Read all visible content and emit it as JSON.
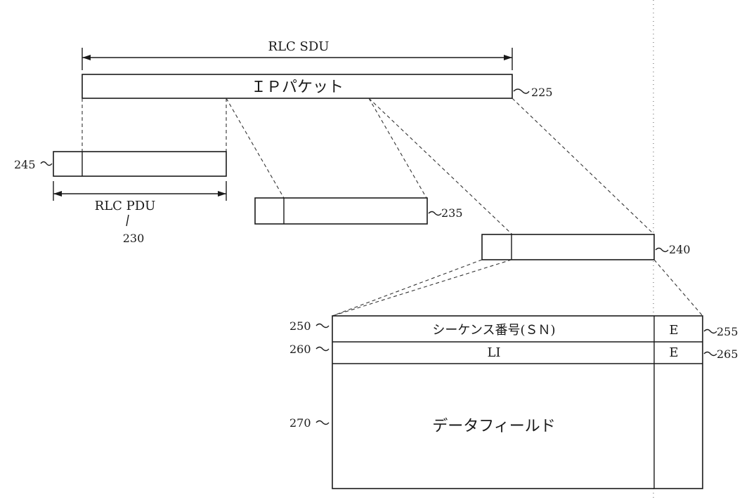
{
  "rlc_sdu": {
    "label": "RLC SDU"
  },
  "ip_packet": {
    "label": "ＩＰパケット",
    "ref": "225"
  },
  "pdu_first": {
    "ref": "245"
  },
  "rlc_pdu": {
    "label": "RLC PDU",
    "ref": "230"
  },
  "pdu_second": {
    "ref": "235"
  },
  "pdu_third": {
    "ref": "240"
  },
  "header": {
    "sequence_number": {
      "label": "シーケンス番号(ＳＮ)",
      "ref": "250"
    },
    "e_bit_1": {
      "label": "E",
      "ref": "255"
    },
    "li": {
      "label": "LI",
      "ref": "260"
    },
    "e_bit_2": {
      "label": "E",
      "ref": "265"
    },
    "data_field": {
      "label": "データフィールド",
      "ref": "270"
    }
  }
}
